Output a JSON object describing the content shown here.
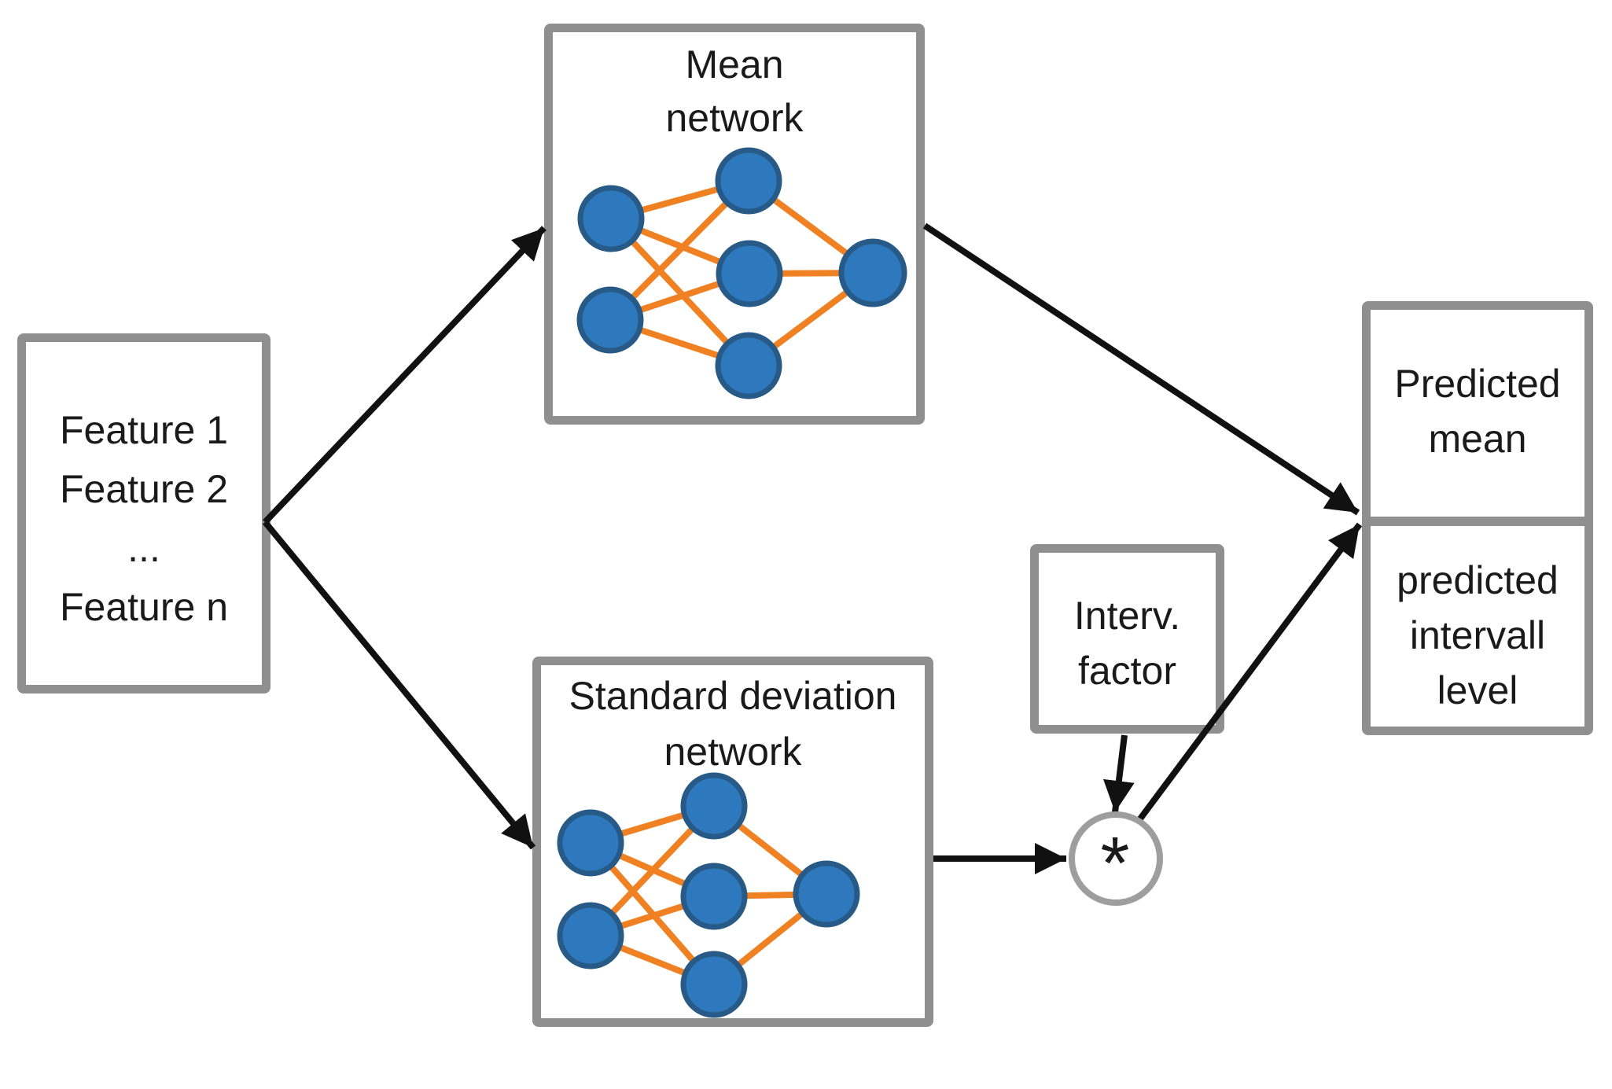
{
  "colors": {
    "background": "#ffffff",
    "border_gray": "#8f8f8f",
    "circle_gray": "#9e9e9e",
    "arrow_black": "#111111",
    "edge_orange": "#f08122",
    "node_fill": "#2e79bd",
    "node_stroke": "#275a87",
    "text": "#1a1a1a"
  },
  "feature_box": {
    "lines": [
      "Feature 1",
      "Feature 2",
      "...",
      "Feature n"
    ]
  },
  "mean_network": {
    "title_lines": [
      "Mean",
      "network"
    ]
  },
  "std_network": {
    "title_lines": [
      "Standard deviation",
      "network"
    ]
  },
  "interval_factor": {
    "lines": [
      "Interv.",
      "factor"
    ]
  },
  "multiplier": {
    "symbol": "*"
  },
  "output": {
    "mean_lines": [
      "Predicted",
      "mean"
    ],
    "interval_lines": [
      "predicted",
      "intervall",
      "level"
    ]
  }
}
